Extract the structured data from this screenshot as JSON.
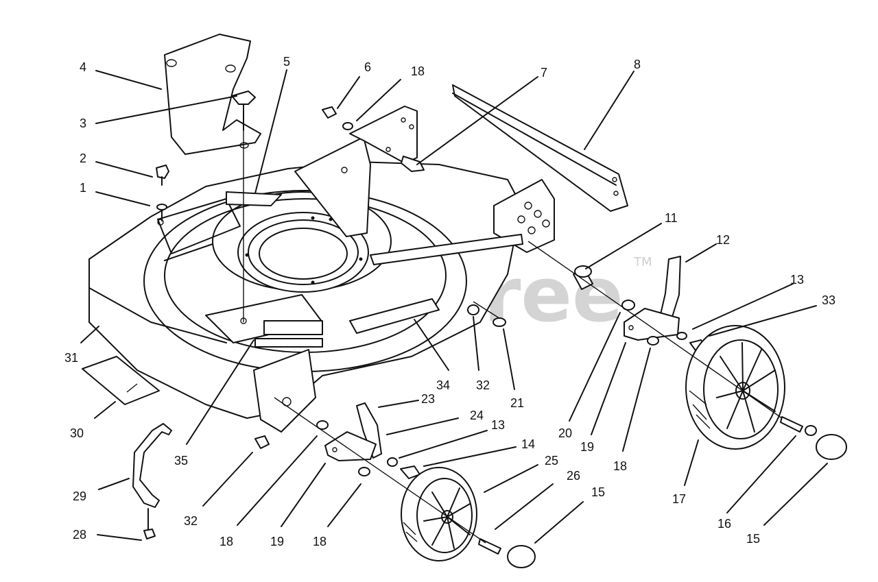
{
  "diagram": {
    "watermark": {
      "text": "PartsTree",
      "trademark": "TM"
    },
    "callouts": [
      {
        "id": "c4",
        "label": "4"
      },
      {
        "id": "c3",
        "label": "3"
      },
      {
        "id": "c2",
        "label": "2"
      },
      {
        "id": "c1",
        "label": "1"
      },
      {
        "id": "c5",
        "label": "5"
      },
      {
        "id": "c6",
        "label": "6"
      },
      {
        "id": "c18a",
        "label": "18"
      },
      {
        "id": "c7",
        "label": "7"
      },
      {
        "id": "c8",
        "label": "8"
      },
      {
        "id": "c11",
        "label": "11"
      },
      {
        "id": "c12",
        "label": "12"
      },
      {
        "id": "c13a",
        "label": "13"
      },
      {
        "id": "c33",
        "label": "33"
      },
      {
        "id": "c31",
        "label": "31"
      },
      {
        "id": "c30",
        "label": "30"
      },
      {
        "id": "c35",
        "label": "35"
      },
      {
        "id": "c34",
        "label": "34"
      },
      {
        "id": "c32a",
        "label": "32"
      },
      {
        "id": "c21",
        "label": "21"
      },
      {
        "id": "c20",
        "label": "20"
      },
      {
        "id": "c19a",
        "label": "19"
      },
      {
        "id": "c18b",
        "label": "18"
      },
      {
        "id": "c17",
        "label": "17"
      },
      {
        "id": "c16",
        "label": "16"
      },
      {
        "id": "c15a",
        "label": "15"
      },
      {
        "id": "c23",
        "label": "23"
      },
      {
        "id": "c24",
        "label": "24"
      },
      {
        "id": "c13b",
        "label": "13"
      },
      {
        "id": "c14",
        "label": "14"
      },
      {
        "id": "c25",
        "label": "25"
      },
      {
        "id": "c26",
        "label": "26"
      },
      {
        "id": "c15b",
        "label": "15"
      },
      {
        "id": "c29",
        "label": "29"
      },
      {
        "id": "c28",
        "label": "28"
      },
      {
        "id": "c32b",
        "label": "32"
      },
      {
        "id": "c18c",
        "label": "18"
      },
      {
        "id": "c19b",
        "label": "19"
      },
      {
        "id": "c18d",
        "label": "18"
      }
    ]
  }
}
